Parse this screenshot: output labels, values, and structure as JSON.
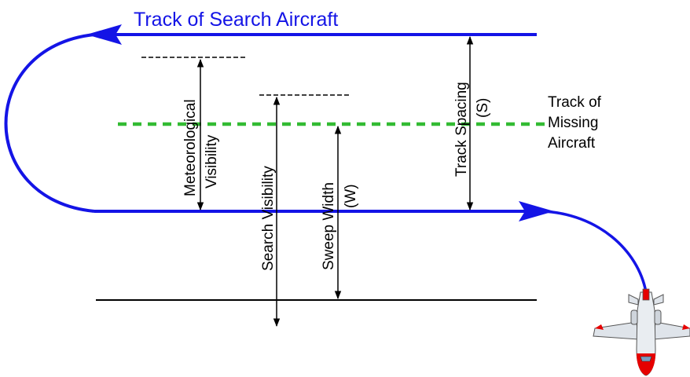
{
  "title": "Track of Search Aircraft",
  "missing_track_label": [
    "Track of",
    "Missing",
    "Aircraft"
  ],
  "labels": {
    "meteorological_visibility": [
      "Meteorological",
      "Visibility"
    ],
    "search_visibility": "Search Visibility",
    "sweep_width": [
      "Sweep Width",
      "(W)"
    ],
    "track_spacing": [
      "Track Spacing",
      "(S)"
    ]
  },
  "colors": {
    "search_track": "#1414e6",
    "missing_track": "#33bb33",
    "dimension_lines": "#000000",
    "aircraft_accent": "#e60000"
  },
  "icons": {
    "aircraft": "search-aircraft-icon"
  }
}
